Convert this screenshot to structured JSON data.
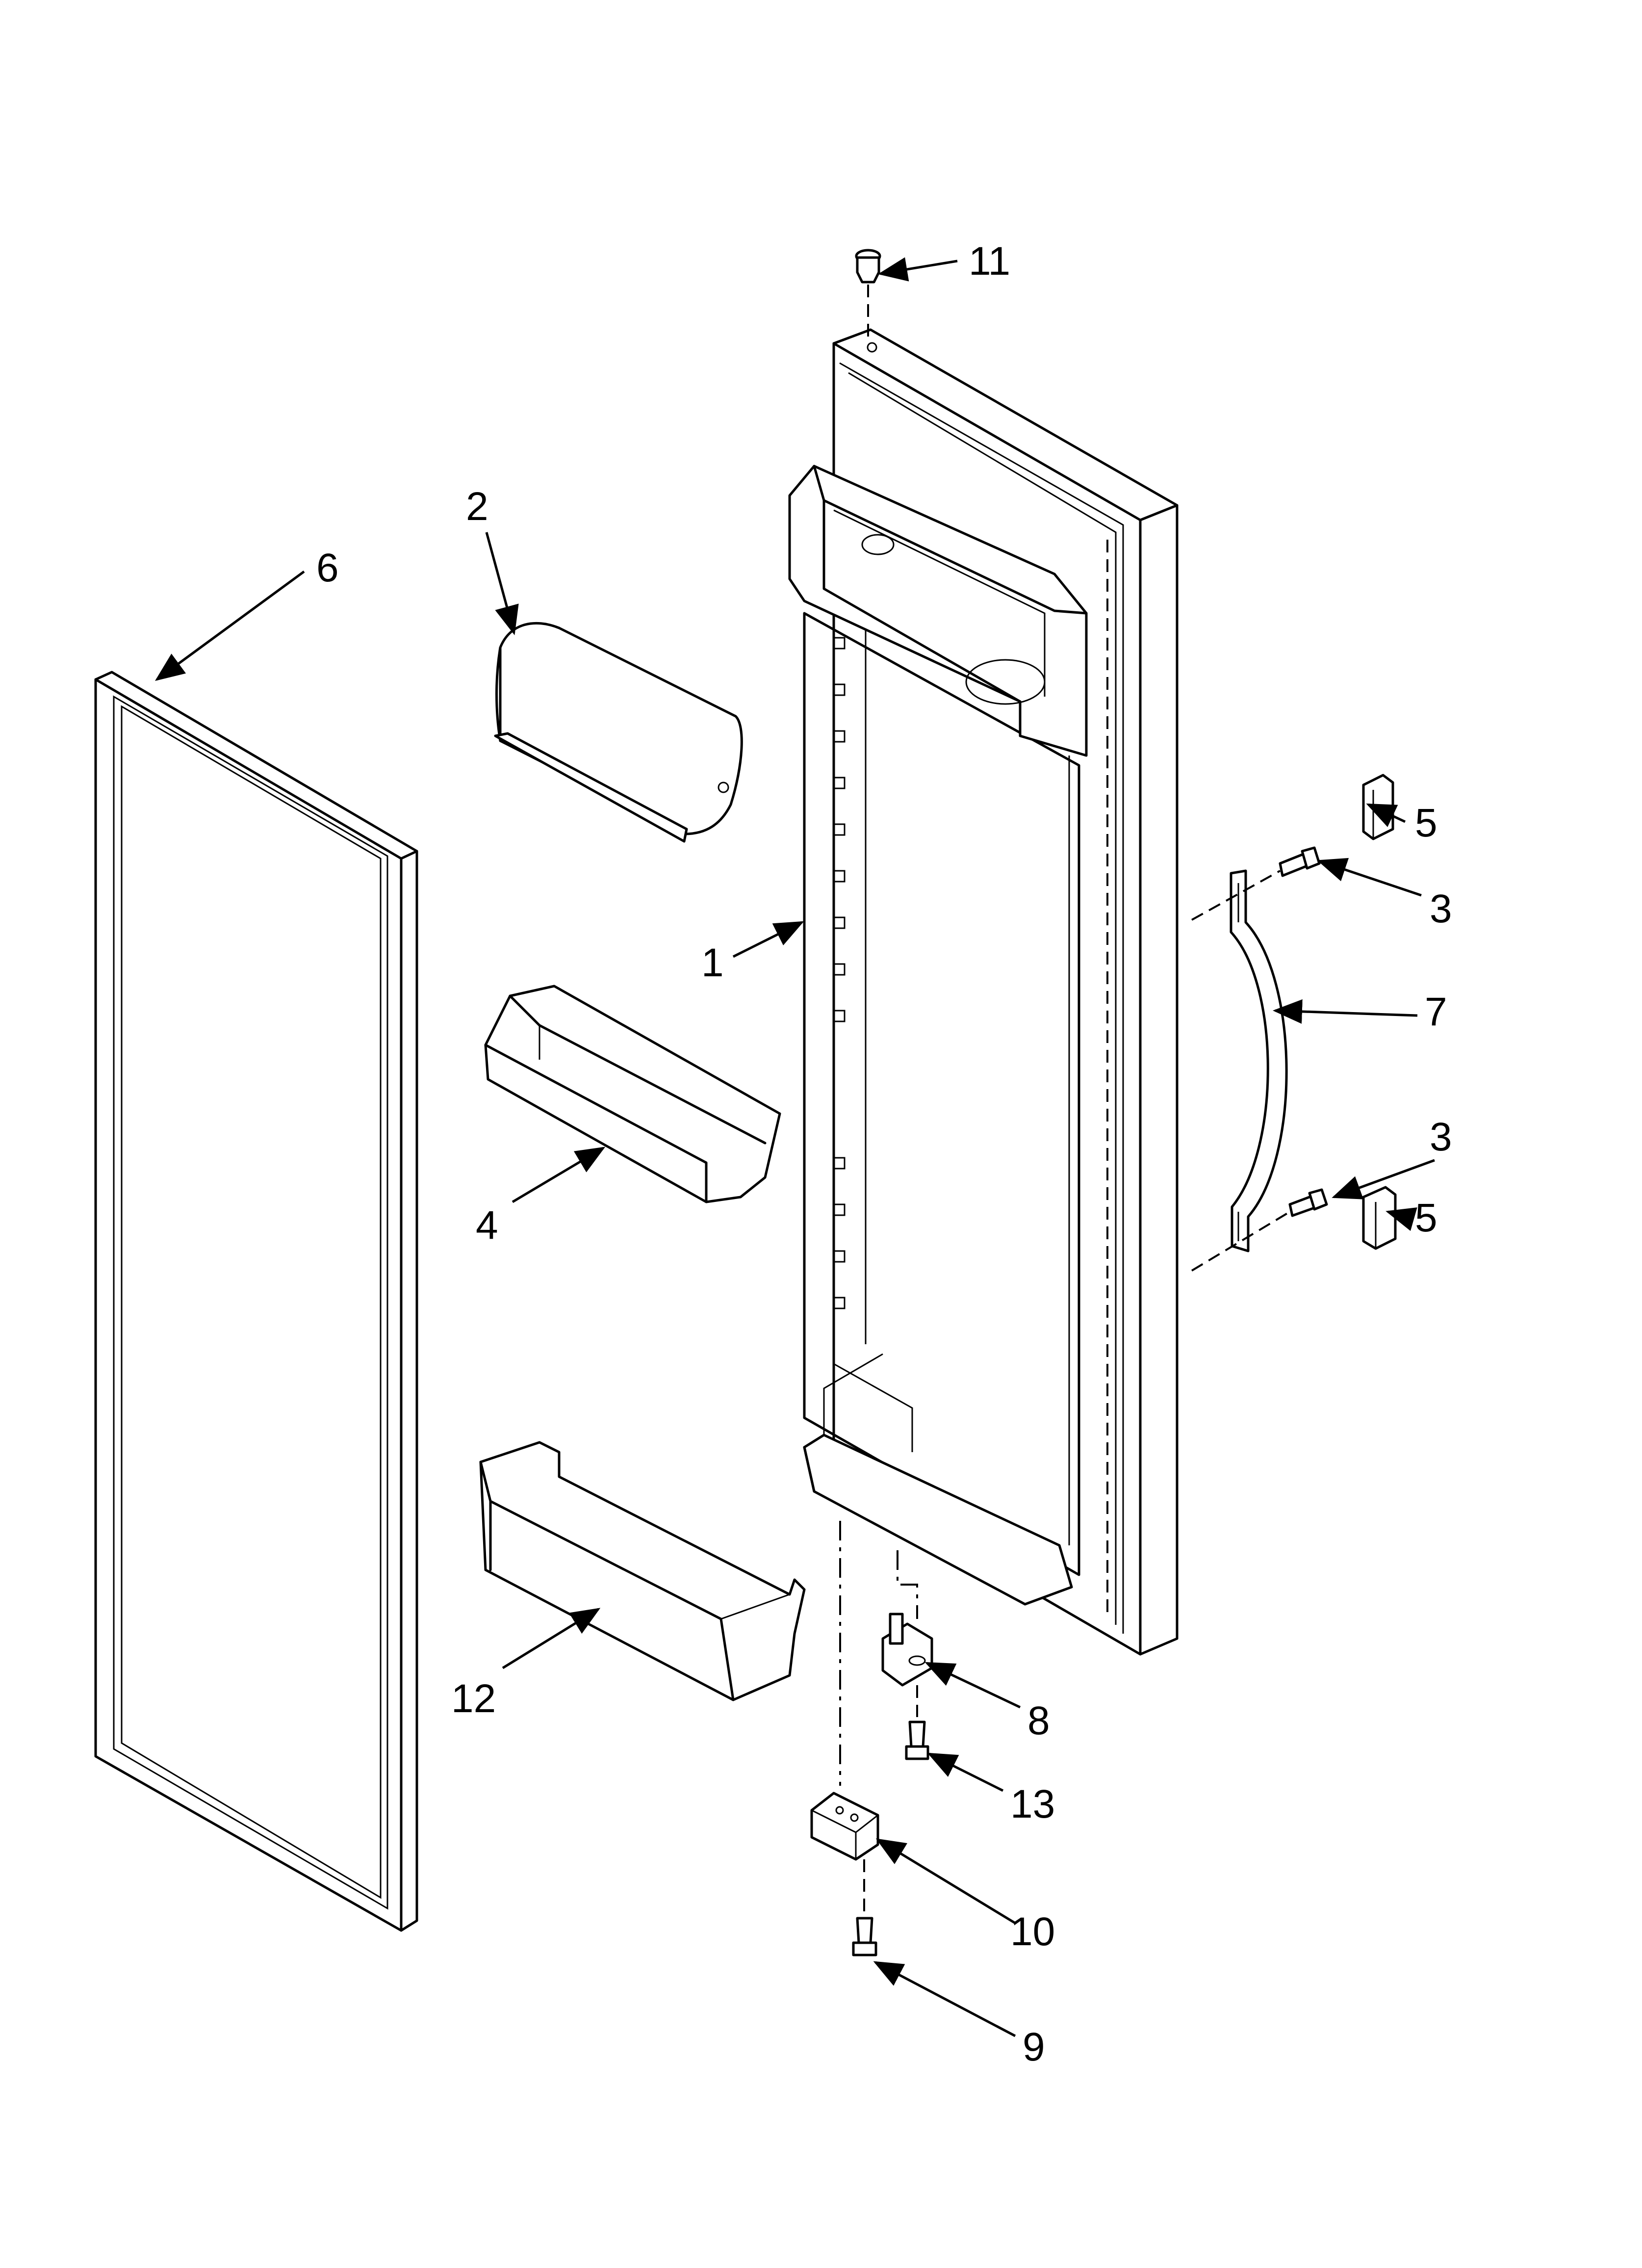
{
  "callouts": {
    "c1": "1",
    "c2": "2",
    "c3a": "3",
    "c3b": "3",
    "c4": "4",
    "c5a": "5",
    "c5b": "5",
    "c6": "6",
    "c7": "7",
    "c8": "8",
    "c9": "9",
    "c10": "10",
    "c11": "11",
    "c12": "12",
    "c13": "13"
  }
}
